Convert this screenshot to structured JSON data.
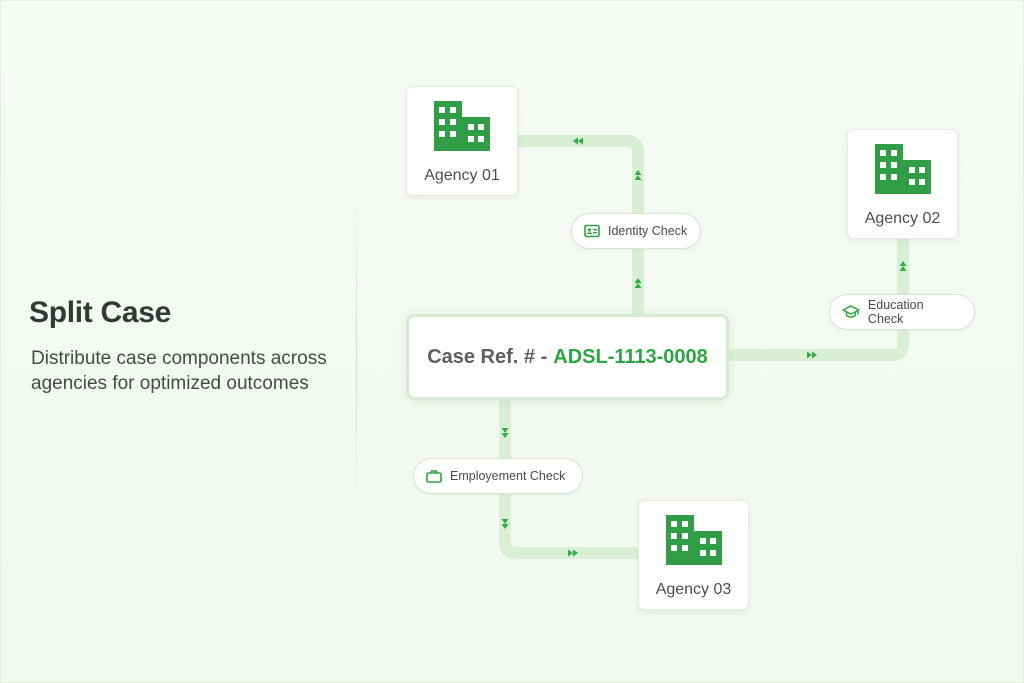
{
  "hero": {
    "title": "Split Case",
    "description": "Distribute case components across agencies for optimized outcomes"
  },
  "case": {
    "prefix": "Case Ref. # -",
    "ref": "ADSL-1113-0008"
  },
  "agencies": [
    {
      "label": "Agency 01",
      "icon": "building-icon"
    },
    {
      "label": "Agency 02",
      "icon": "building-icon"
    },
    {
      "label": "Agency 03",
      "icon": "building-icon"
    }
  ],
  "checks": [
    {
      "label": "Identity Check",
      "icon": "id-card-icon",
      "links": "Agency 01"
    },
    {
      "label": "Education Check",
      "icon": "graduation-cap-icon",
      "links": "Agency 02"
    },
    {
      "label": "Employement Check",
      "icon": "briefcase-icon",
      "links": "Agency 03"
    }
  ],
  "colors": {
    "accent": "#2aa640",
    "connector": "#d8efd4",
    "arrow": "#2fae45",
    "text": "#333a36"
  }
}
